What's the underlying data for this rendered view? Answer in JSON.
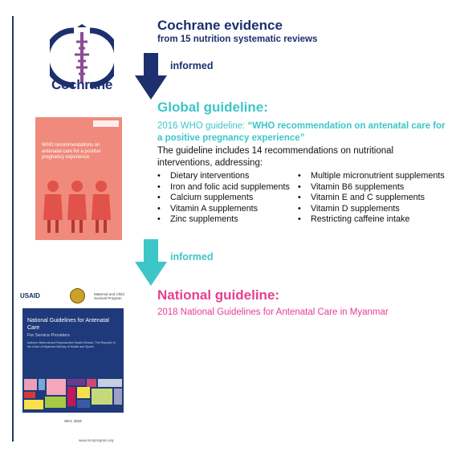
{
  "colors": {
    "navy": "#1c2f6e",
    "teal": "#3dc6c8",
    "pink": "#e83e8c"
  },
  "cochrane": {
    "logo_text": "Cochrane",
    "heading": "Cochrane evidence",
    "subheading": "from 15 nutrition systematic reviews"
  },
  "arrow1_label": "informed",
  "global": {
    "heading": "Global guideline:",
    "who_prefix": "2016 WHO guideline: ",
    "who_title": "“WHO recommendation on antenatal care for a positive pregnancy experience”",
    "guideline_text": "The guideline includes 14 recommendations on nutritional interventions, addressing:",
    "list_left": [
      "Dietary interventions",
      "Iron and folic acid supplements",
      "Calcium supplements",
      "Vitamin A supplements",
      "Zinc supplements"
    ],
    "list_right": [
      "Multiple micronutrient supplements",
      "Vitamin B6 supplements",
      "Vitamin E and C supplements",
      "Vitamin D supplements",
      "Restricting caffeine intake"
    ]
  },
  "who_cover": {
    "title": "WHO recommendations on antenatal care for a positive pregnancy experience"
  },
  "arrow2_label": "informed",
  "national": {
    "heading": "National guideline:",
    "subheading": "2018 National Guidelines for Antenatal Care in Myanmar"
  },
  "myanmar_cover": {
    "usaid": "USAID",
    "mcsp": "Maternal and Child Survival Program",
    "title": "National Guidelines for Antenatal Care",
    "subtitle": "For Service Providers",
    "authors": "Authors: Maternal and Reproductive Health Division, The Republic of the Union of Myanmar Ministry of Health and Sports",
    "date": "MAY, 2018",
    "url": "www.mcsprogram.org"
  }
}
